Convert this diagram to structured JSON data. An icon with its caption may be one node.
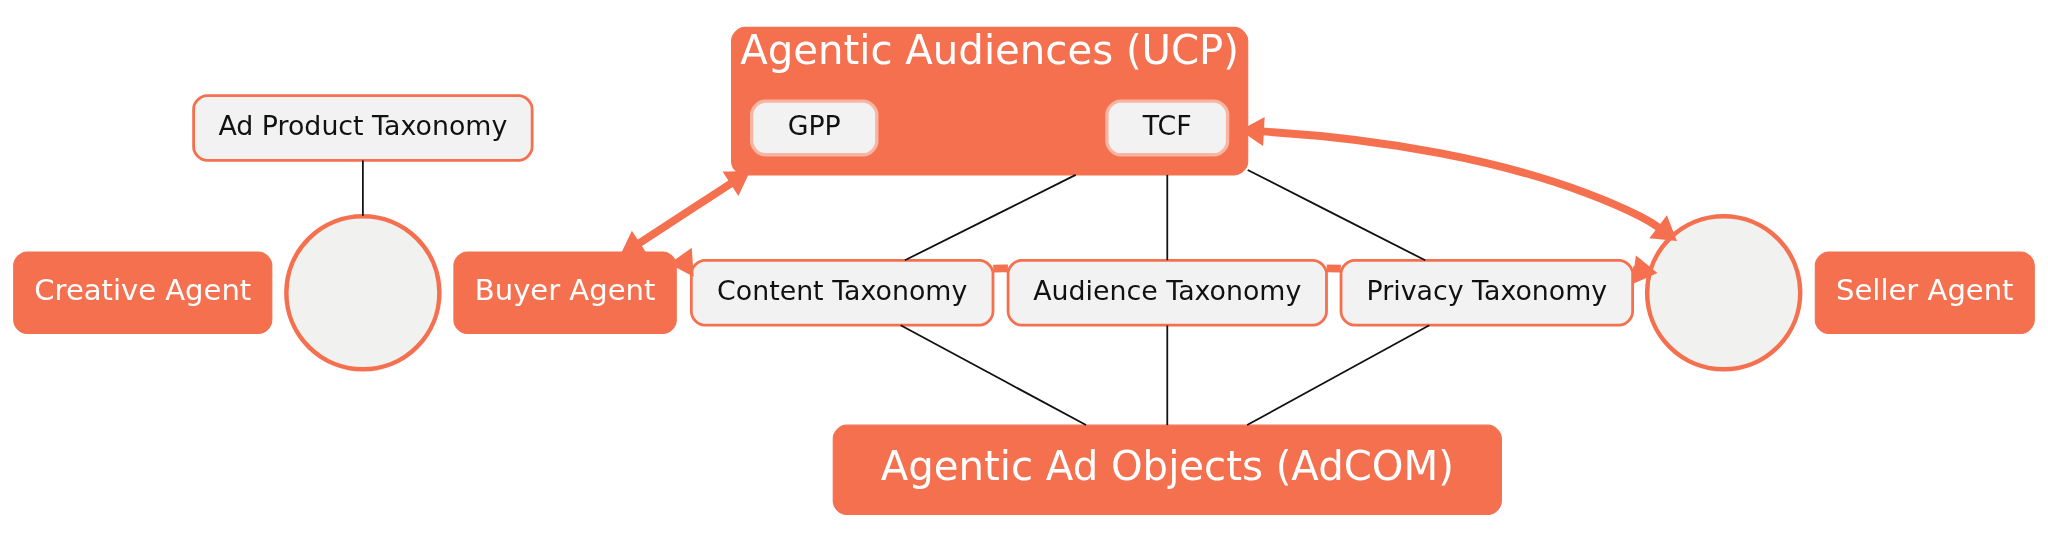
{
  "diagram": {
    "nodes": [
      {
        "text": [
          "Ad Product Taxonomy"
        ]
      },
      {
        "text": [
          "Creative Agent"
        ]
      },
      {
        "text": [],
        "shape": "circle"
      },
      {
        "text": [
          "Buyer Agent"
        ]
      },
      {
        "text": [
          "Agentic Audiences (UCP)"
        ]
      },
      {
        "text": [
          "GPP"
        ],
        "in": 4
      },
      {
        "text": [
          "TCF"
        ],
        "in": 4
      },
      {
        "text": [
          "Content Taxonomy"
        ]
      },
      {
        "text": [
          "Audience Taxonomy"
        ]
      },
      {
        "text": [
          "Privacy Taxonomy"
        ]
      },
      {
        "text": [],
        "shape": "circle"
      },
      {
        "text": [
          "Seller Agent"
        ]
      },
      {
        "text": [
          "Agentic Ad Objects (AdCOM)"
        ]
      }
    ],
    "edges": [
      {
        "from": 0,
        "to": 2,
        "arrow": "none"
      },
      {
        "from": 4,
        "to": 3,
        "arrow": "both",
        "style": "thick",
        "color": "#f4704f"
      },
      {
        "from": 4,
        "to": 10,
        "arrow": "both",
        "style": "thick",
        "color": "#f4704f"
      },
      {
        "from": 7,
        "to": 3,
        "arrow": "to",
        "style": "thick",
        "color": "#f4704f"
      },
      {
        "from": 7,
        "to": 8,
        "arrow": "none",
        "style": "thick",
        "color": "#f4704f"
      },
      {
        "from": 8,
        "to": 9,
        "arrow": "none",
        "style": "thick",
        "color": "#f4704f"
      },
      {
        "from": 9,
        "to": 10,
        "arrow": "to",
        "style": "thick",
        "color": "#f4704f"
      },
      {
        "from": 4,
        "to": 7,
        "arrow": "none"
      },
      {
        "from": 4,
        "to": 8,
        "arrow": "none"
      },
      {
        "from": 4,
        "to": 9,
        "arrow": "none"
      },
      {
        "from": 7,
        "to": 12,
        "arrow": "none"
      },
      {
        "from": 8,
        "to": 12,
        "arrow": "none"
      },
      {
        "from": 9,
        "to": 12,
        "arrow": "none"
      }
    ]
  }
}
